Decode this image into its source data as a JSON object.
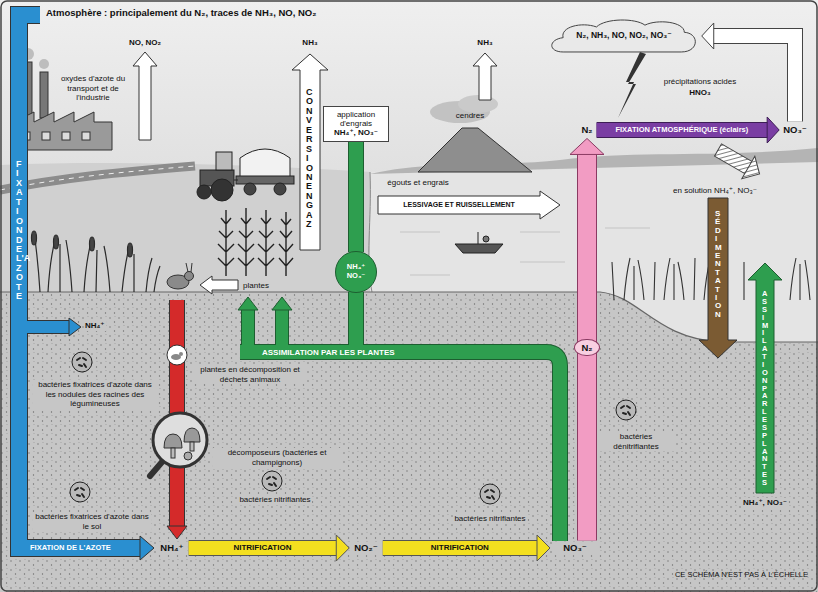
{
  "diagram": {
    "title": "Atmosphère : principalement du N₂, traces de NH₃, NO, NO₂",
    "nodes": [
      {
        "text": [
          "N₂, NH₃, NO, NO₂, NO₃⁻"
        ]
      },
      {
        "text": [
          "application d'engrais",
          "NH₄⁺, NO₃⁻"
        ]
      },
      {
        "text": [
          "N₂"
        ]
      },
      {
        "text": [
          "NO₃⁻"
        ]
      },
      {
        "text": [
          "NH₄⁺ NO₃⁻"
        ]
      },
      {
        "text": [
          "NH₄⁺"
        ]
      },
      {
        "text": [
          "NO₂⁻"
        ]
      },
      {
        "text": [
          "NO₃⁻"
        ]
      }
    ],
    "edges": [
      {
        "from": 5,
        "to": 6,
        "label": "NITRIFICATION",
        "arrow": "to"
      },
      {
        "from": 6,
        "to": 7,
        "label": "NITRIFICATION",
        "arrow": "to"
      },
      {
        "from": 7,
        "to": 2,
        "label": "N₂",
        "arrow": "to"
      },
      {
        "from": 2,
        "to": 3,
        "label": "FIXATION ATMOSPHÉRIQUE (éclairs)",
        "arrow": "to"
      },
      {
        "from": 3,
        "to": 0,
        "arrow": "to"
      },
      {
        "from": 1,
        "to": 4,
        "arrow": "none"
      }
    ],
    "labels": [
      "NO, NO₂",
      "oxydes d'azote du transport et de l'industrie",
      "NH₃",
      "CONVERSION EN GAZ",
      "NH₃",
      "cendres",
      "précipitations acides",
      "HNO₃",
      "en solution NH₄⁺, NO₃⁻",
      "égouts et engrais",
      "LESSIVAGE ET RUISSELLEMENT",
      "SÉDIMENTATION",
      "ASSIMILATION PAR LES PLANTES",
      "NH₄⁺, NO₃⁻",
      "plantes",
      "FIXATION DE L'AZOTE",
      "NH₄⁺",
      "bactéries fixatrices d'azote dans les nodules des racines des légumineuses",
      "plantes en décomposition et déchets animaux",
      "ASSIMILATION PAR LES PLANTES",
      "décomposeurs (bactéries et champignons)",
      "bactéries dénitrifiantes",
      "bactéries fixatrices d'azote dans le sol",
      "bactéries nitrifiantes",
      "bactéries nitrifiantes",
      "FIXATION DE L'AZOTE",
      "CE SCHÉMA N'EST PAS À L'ÉCHELLE"
    ]
  }
}
